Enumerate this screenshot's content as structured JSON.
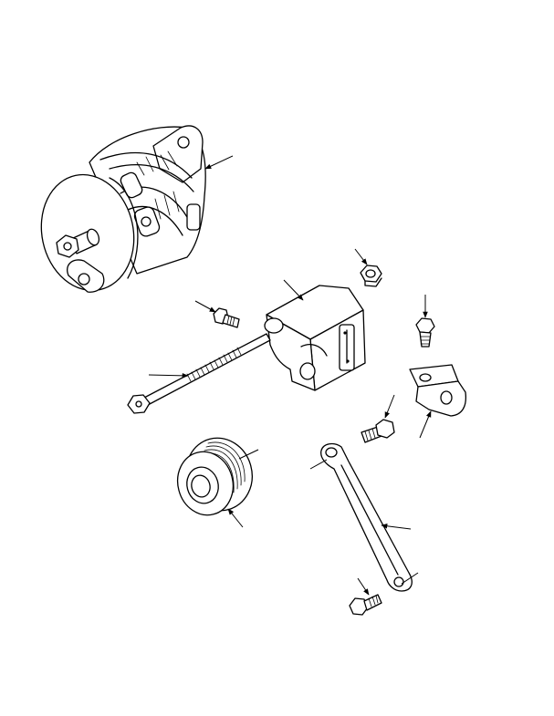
{
  "figure": {
    "title": "",
    "background_color": "#ffffff",
    "line_color": "#000000"
  },
  "parts": [
    {
      "id": "alternator",
      "icon": "alternator-icon"
    },
    {
      "id": "alternator-mount-bracket",
      "icon": "bracket-block-icon"
    },
    {
      "id": "bracket-nut",
      "icon": "hex-nut-icon"
    },
    {
      "id": "bracket-capscrew",
      "icon": "capscrew-icon"
    },
    {
      "id": "long-mounting-bolt",
      "icon": "long-bolt-icon"
    },
    {
      "id": "angle-bracket-capscrew",
      "icon": "capscrew-icon"
    },
    {
      "id": "angle-bracket",
      "icon": "angle-bracket-icon"
    },
    {
      "id": "pulley",
      "icon": "poly-v-pulley-icon"
    },
    {
      "id": "link-capscrew-upper",
      "icon": "capscrew-icon"
    },
    {
      "id": "adjusting-link",
      "icon": "adjusting-link-icon"
    },
    {
      "id": "link-capscrew-lower",
      "icon": "capscrew-icon"
    }
  ],
  "leader_count": 11
}
